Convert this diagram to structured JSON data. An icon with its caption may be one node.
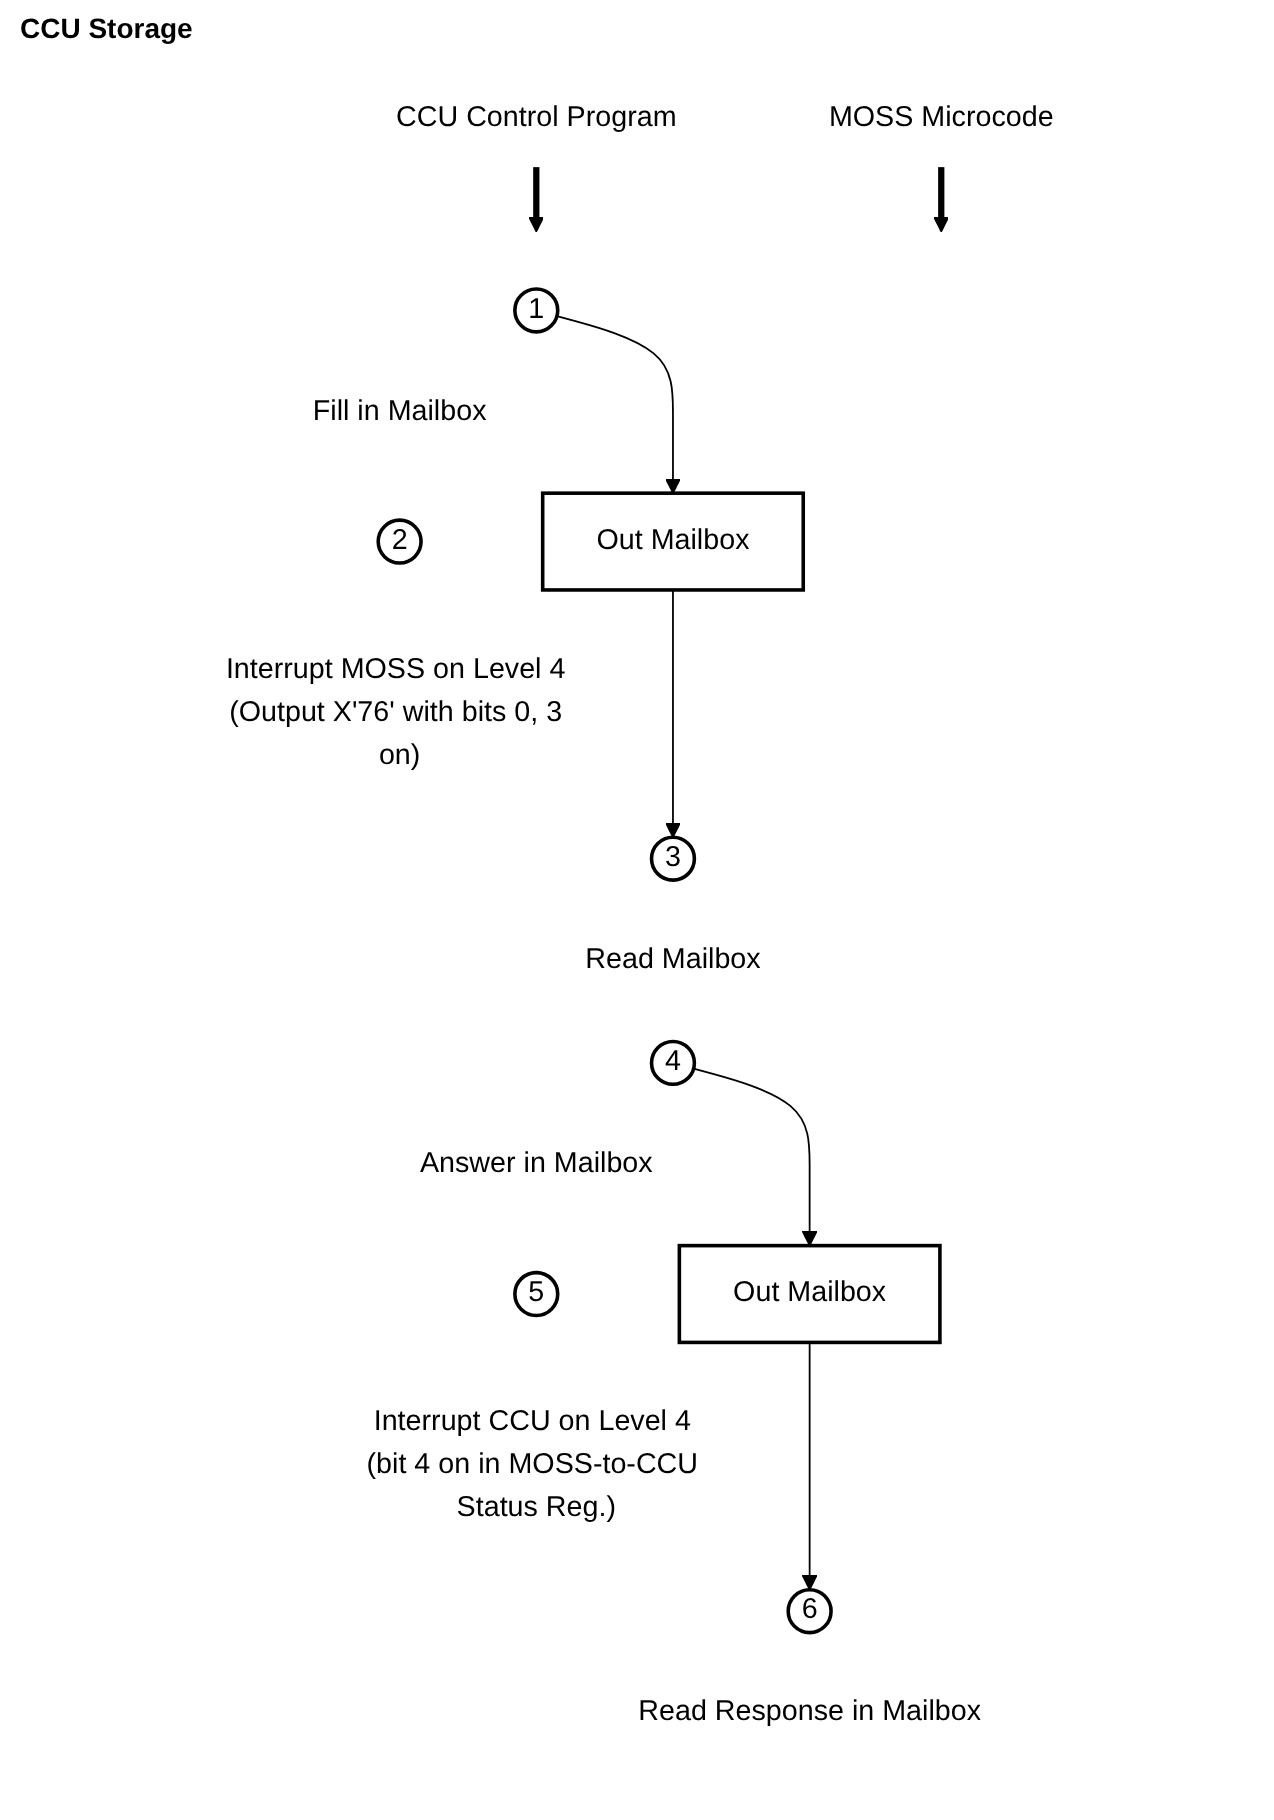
{
  "diagram": {
    "nodes": [
      {
        "text": [
          "CCU Control Program"
        ]
      },
      {
        "text": [
          "MOSS Microcode"
        ]
      },
      {
        "text": [
          "1"
        ],
        "beside": [
          "Fill in Mailbox"
        ]
      },
      {
        "text": [
          "Out Mailbox"
        ]
      },
      {
        "text": [
          "2"
        ],
        "beside": [
          "Interrupt MOSS on Level 4 (Output X'76' with bits 0, 3 on)"
        ]
      },
      {
        "text": [
          "3"
        ],
        "beside": [
          "Read Mailbox"
        ]
      },
      {
        "text": [
          "4"
        ],
        "beside": [
          "Answer in Mailbox"
        ]
      },
      {
        "text": [
          "Out Mailbox"
        ]
      },
      {
        "text": [
          "5"
        ],
        "beside": [
          "Interrupt CCU on Level 4 (bit 4 on in MOSS-to-CCU Status Reg.)"
        ]
      },
      {
        "text": [
          "6"
        ],
        "beside": [
          "Read Response in Mailbox"
        ]
      }
    ],
    "edges": [
      {
        "from": 0,
        "to": null,
        "arrow": "to",
        "style": "thick"
      },
      {
        "from": 1,
        "to": null,
        "arrow": "to",
        "style": "thick"
      },
      {
        "from": 2,
        "to": 3,
        "arrow": "to"
      },
      {
        "from": 3,
        "to": 5,
        "arrow": "to"
      },
      {
        "from": 6,
        "to": 7,
        "arrow": "to"
      },
      {
        "from": 7,
        "to": 9,
        "arrow": "to"
      }
    ],
    "labels": [
      "CCU Storage"
    ]
  }
}
